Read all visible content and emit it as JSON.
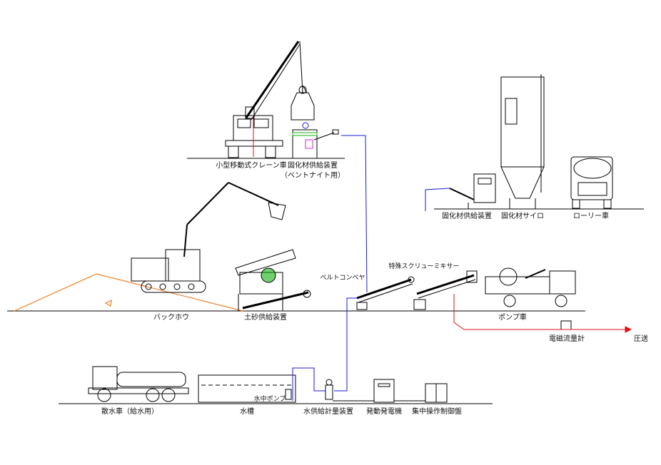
{
  "labels": {
    "crane_truck": "小型移動式クレーン車",
    "bentonite_feeder": "固化材供給装置",
    "bentonite_note": "（ベントナイト用）",
    "feeder_right": "固化材供給装置",
    "silo": "固化材サイロ",
    "lorry": "ローリー車",
    "belt_conveyor": "ベルトコンベヤ",
    "screw_mixer": "特殊スクリューミキサー",
    "backhoe": "バックホウ",
    "soil_feeder": "土砂供給装置",
    "pump_truck": "ポンプ車",
    "flowmeter": "電磁流量計",
    "pressure_feed": "圧送",
    "water_truck": "散水車（給水用）",
    "water_tank": "水槽",
    "submersible_pump": "水中ポンプ",
    "water_meter": "水供給計量装置",
    "generator": "発動発電機",
    "control_panel": "集中操作制御盤"
  },
  "colors": {
    "line": "#000000",
    "water_pipe": "#1a1ad6",
    "slurry_pipe": "#e01010",
    "soil_pile": "#f08020",
    "accent_green": "#10b010",
    "accent_magenta": "#d020d0"
  }
}
